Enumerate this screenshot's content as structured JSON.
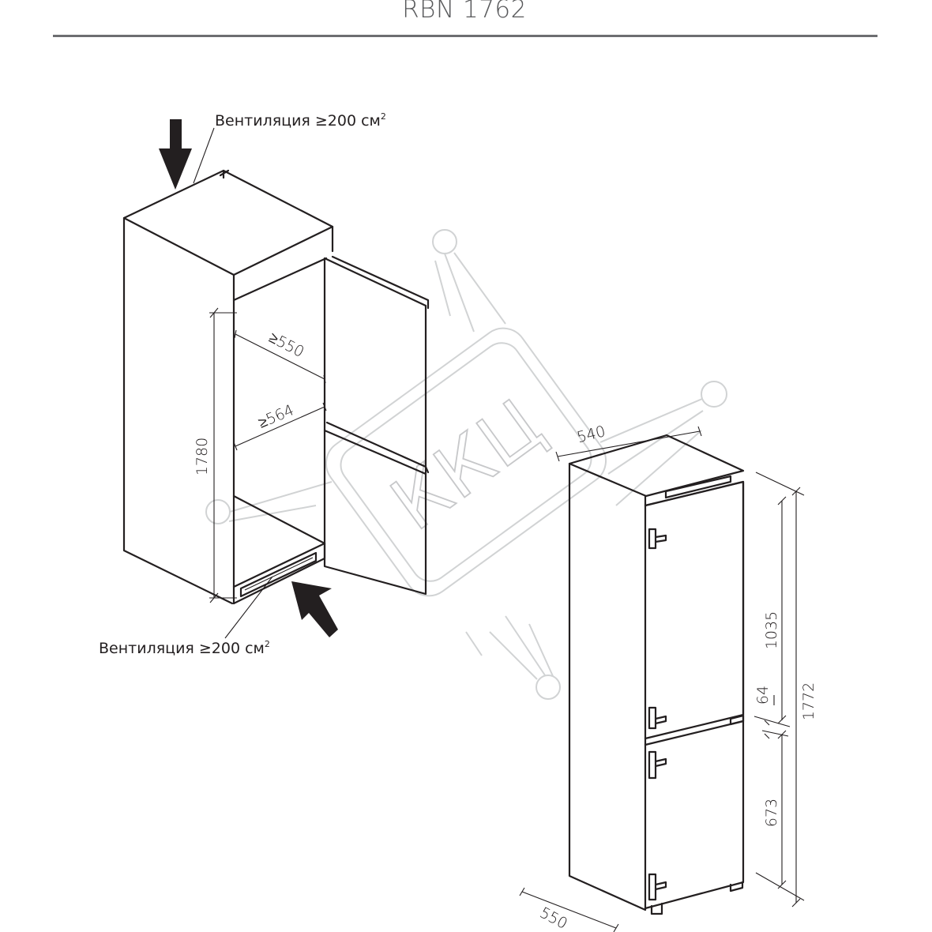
{
  "header": {
    "model": "RBN 1762"
  },
  "niche": {
    "vent_top_label": "Вентиляция ≥200 см",
    "vent_bottom_label": "Вентиляция ≥200 см",
    "vent_superscript": "2",
    "dim_height": "1780",
    "dim_depth": "≥550",
    "dim_width": "≥564"
  },
  "appliance": {
    "dim_width": "540",
    "dim_depth": "550",
    "dim_total_height": "1772",
    "dim_fridge_door": "1035",
    "dim_gap": "64",
    "dim_freezer_door": "673"
  },
  "watermark": {
    "text": "ККЦ"
  }
}
